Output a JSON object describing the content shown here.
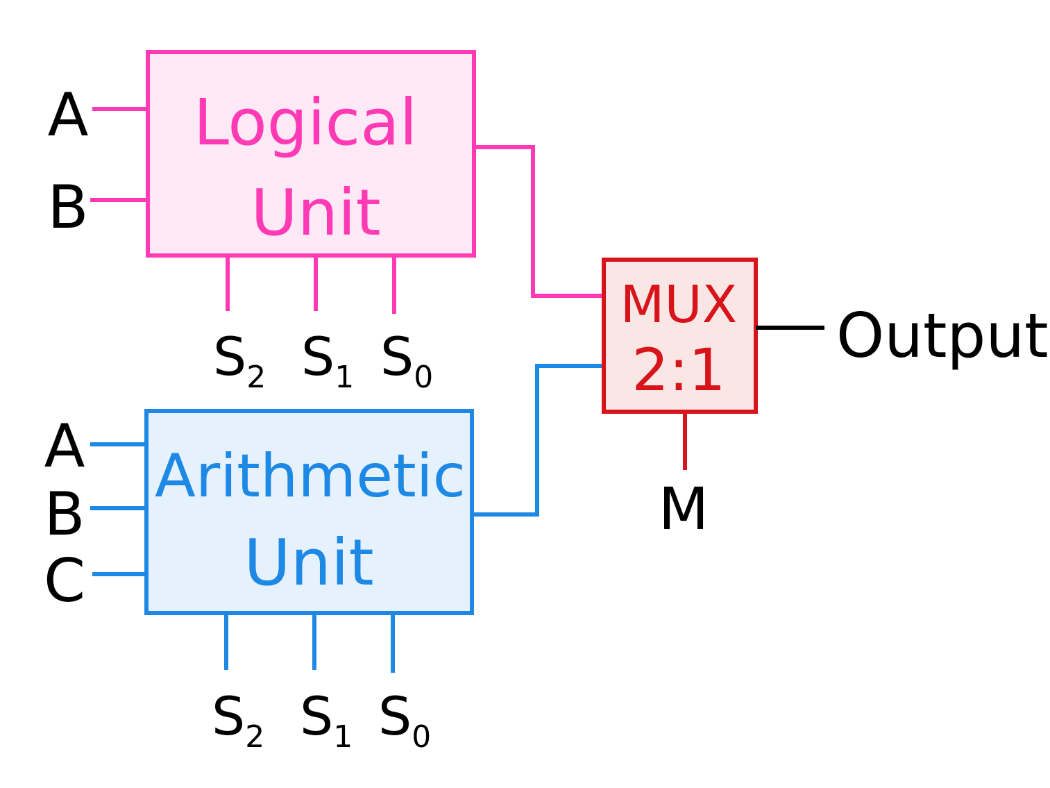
{
  "logical_unit": {
    "line1": "Logical",
    "line2": "Unit",
    "inputs": [
      "A",
      "B"
    ],
    "selects": [
      {
        "base": "S",
        "sub": "2"
      },
      {
        "base": "S",
        "sub": "1"
      },
      {
        "base": "S",
        "sub": "0"
      }
    ],
    "color": "#ff3ab4",
    "fill": "#ffe9f6"
  },
  "arithmetic_unit": {
    "line1": "Arithmetic",
    "line2": "Unit",
    "inputs": [
      "A",
      "B",
      "C"
    ],
    "selects": [
      {
        "base": "S",
        "sub": "2"
      },
      {
        "base": "S",
        "sub": "1"
      },
      {
        "base": "S",
        "sub": "0"
      }
    ],
    "color": "#1e88e5",
    "fill": "#e5f1fd"
  },
  "mux": {
    "line1": "MUX",
    "line2": "2:1",
    "select": "M",
    "output": "Output",
    "color": "#d7141a",
    "fill": "#fbe6e6"
  },
  "ink_color": "#000000"
}
